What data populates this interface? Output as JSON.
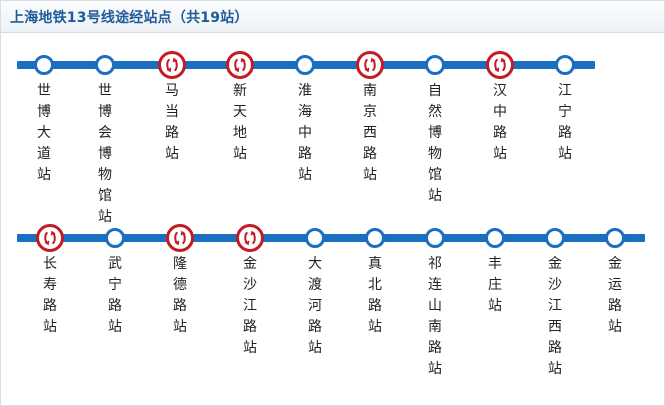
{
  "header": {
    "title": "上海地铁13号线途经站点（共19站）"
  },
  "colors": {
    "line": "#1b6fc0",
    "transfer_ring": "#c41a23",
    "header_text": "#1e5a9a"
  },
  "rows": [
    {
      "stations": [
        {
          "name": "世博大道站",
          "transfer": false
        },
        {
          "name": "世博会博物馆站",
          "transfer": false
        },
        {
          "name": "马当路站",
          "transfer": true
        },
        {
          "name": "新天地站",
          "transfer": true
        },
        {
          "name": "淮海中路站",
          "transfer": false
        },
        {
          "name": "南京西路站",
          "transfer": true
        },
        {
          "name": "自然博物馆站",
          "transfer": false
        },
        {
          "name": "汉中路站",
          "transfer": true
        },
        {
          "name": "江宁路站",
          "transfer": false
        }
      ]
    },
    {
      "stations": [
        {
          "name": "长寿路站",
          "transfer": true
        },
        {
          "name": "武宁路站",
          "transfer": false
        },
        {
          "name": "隆德路站",
          "transfer": true
        },
        {
          "name": "金沙江路站",
          "transfer": true
        },
        {
          "name": "大渡河路站",
          "transfer": false
        },
        {
          "name": "真北路站",
          "transfer": false
        },
        {
          "name": "祁连山南路站",
          "transfer": false
        },
        {
          "name": "丰庄站",
          "transfer": false
        },
        {
          "name": "金沙江西路站",
          "transfer": false
        },
        {
          "name": "金运路站",
          "transfer": false
        }
      ]
    }
  ],
  "icons": {
    "transfer": "transfer-icon"
  }
}
